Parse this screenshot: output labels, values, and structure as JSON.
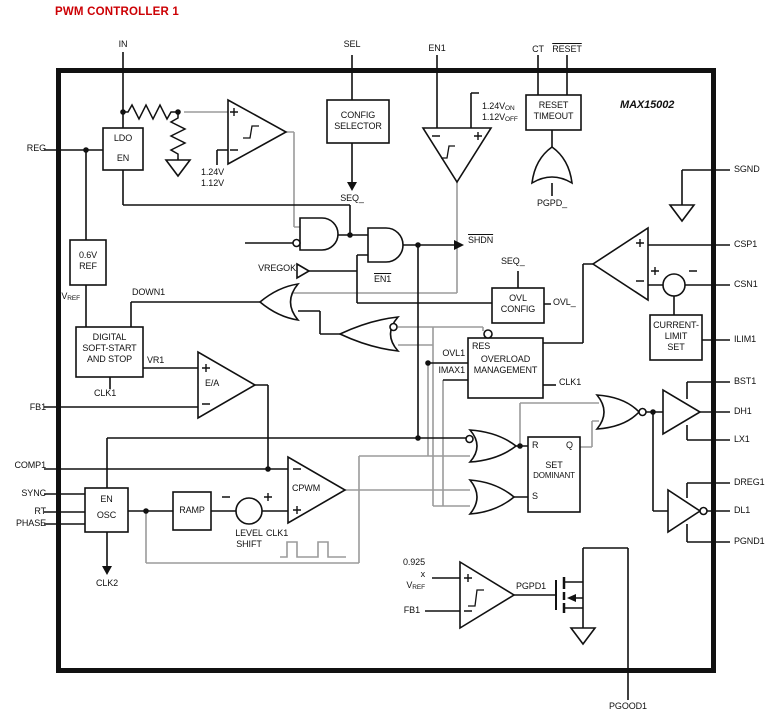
{
  "title": "PWM CONTROLLER 1",
  "chip_name": "MAX15002",
  "accent_color": "#cc0004",
  "wire_gray": "#9b9b9b",
  "pins": {
    "top": [
      "IN",
      "SEL",
      "EN1",
      "CT",
      "RESET"
    ],
    "left": [
      "REG",
      "FB1",
      "COMP1",
      "SYNC",
      "RT",
      "PHASE"
    ],
    "right": [
      "SGND",
      "CSP1",
      "CSN1",
      "ILIM1",
      "BST1",
      "DH1",
      "LX1",
      "DREG1",
      "DL1",
      "PGND1"
    ],
    "bottom": [
      "PGOOD1"
    ]
  },
  "blocks": {
    "ldo": {
      "l1": "LDO",
      "l2": "EN"
    },
    "config_selector": {
      "l1": "CONFIG",
      "l2": "SELECTOR"
    },
    "reset_timeout": {
      "l1": "RESET",
      "l2": "TIMEOUT"
    },
    "ref_06v": {
      "l1": "0.6V",
      "l2": "REF"
    },
    "soft_start": {
      "l1": "DIGITAL",
      "l2": "SOFT-START",
      "l3": "AND STOP"
    },
    "ovl_config": {
      "l1": "OVL",
      "l2": "CONFIG"
    },
    "overload": {
      "res": "RES",
      "l1": "OVERLOAD",
      "l2": "MANAGEMENT"
    },
    "current_limit": {
      "l1": "CURRENT-",
      "l2": "LIMIT",
      "l3": "SET"
    },
    "flip_flop": {
      "r": "R",
      "q": "Q",
      "s": "S",
      "l1": "SET",
      "l2": "DOMINANT"
    },
    "osc": {
      "l1": "EN",
      "l2": "OSC"
    },
    "ramp": "RAMP",
    "level_shift": {
      "l1": "LEVEL",
      "l2": "SHIFT"
    },
    "ea": "E/A",
    "cpwm": "CPWM"
  },
  "signals": {
    "seq_top": "SEQ_",
    "seq_ovl": "SEQ_",
    "vregok": "VREGOK",
    "en1_bar": "EN1",
    "shdn_bar": "SHDN",
    "down1": "DOWN1",
    "vr1": "VR1",
    "clk1_ss": "CLK1",
    "clk1_ovl": "CLK1",
    "clk1_wave": "CLK1",
    "clk2": "CLK2",
    "ovl_out": "OVL_",
    "ovl1": "OVL1",
    "imax1": "IMAX1",
    "pgpd": "PGPD_",
    "pgpd1": "PGPD1",
    "fb1_inner": "FB1",
    "uvlo_th1": "1.24V",
    "uvlo_th2": "1.12V",
    "en_on": {
      "base": "1.24V",
      "sub": "ON"
    },
    "en_off": {
      "base": "1.12V",
      "sub": "OFF"
    },
    "vref": {
      "base": "V",
      "sub": "REF"
    },
    "vref_pg": {
      "base": "V",
      "sub": "REF"
    },
    "pg_factor": "0.925",
    "pg_x": "x"
  }
}
